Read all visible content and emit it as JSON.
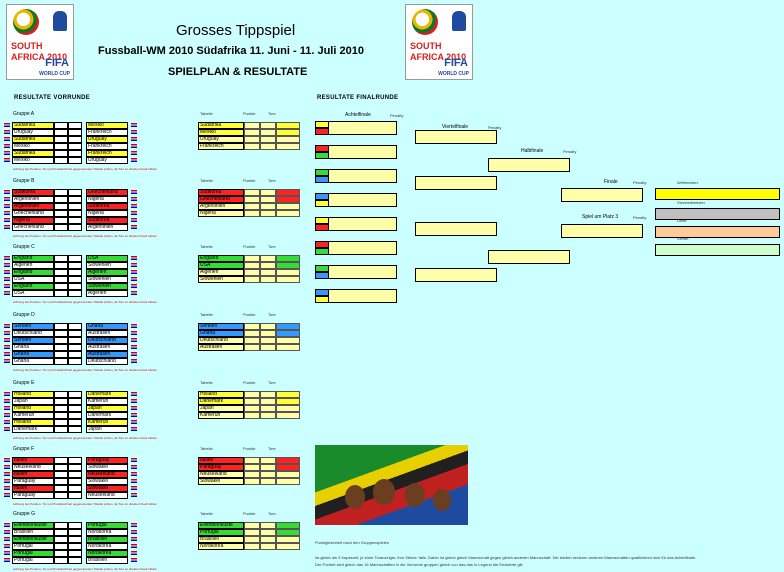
{
  "header": {
    "title": "Grosses Tippspiel",
    "subtitle": "Fussball-WM 2010 Südafrika 11. Juni - 11. Juli 2010",
    "subtitle2": "SPIELPLAN & RESULTATE",
    "logo_text_1": "SOUTH",
    "logo_text_2": "AFRICA 2010",
    "logo_text_3": "FIFA",
    "logo_text_4": "WORLD CUP"
  },
  "vorrunde_title": "RESULTATE VORRUNDE",
  "finalrunde_title": "RESULTATE FINALRUNDE",
  "tabelle_label": "Tabelle",
  "punkte_label": "Punkte",
  "tore_label": "Tore",
  "footnote": "Achtung bei Punkten- Tor und Punktleichheit gegeneinander Tabelle prüfen, da Tore im direkten Duell zählen",
  "groups": [
    {
      "name": "Gruppe A",
      "color": "#ffff33",
      "pairs": [
        [
          "Südafrika",
          "Mexiko"
        ],
        [
          "Uruguay",
          "Frankreich"
        ],
        [
          "Südafrika",
          "Uruguay"
        ],
        [
          "Mexiko",
          "Frankreich"
        ],
        [
          "Südafrika",
          "Frankreich"
        ],
        [
          "Mexiko",
          "Uruguay"
        ]
      ],
      "table": [
        "Südafrika",
        "Mexiko",
        "Uruguay",
        "Frankreich"
      ]
    },
    {
      "name": "Gruppe B",
      "color": "#ff2222",
      "pairs": [
        [
          "Südkorea",
          "Griechenland"
        ],
        [
          "Argentinien",
          "Nigeria"
        ],
        [
          "Argentinien",
          "Südkorea"
        ],
        [
          "Griechenland",
          "Nigeria"
        ],
        [
          "Nigeria",
          "Südkorea"
        ],
        [
          "Griechenland",
          "Argentinien"
        ]
      ],
      "table": [
        "Südkorea",
        "Griechenland",
        "Argentinien",
        "Nigeria"
      ]
    },
    {
      "name": "Gruppe C",
      "color": "#33dd33",
      "pairs": [
        [
          "England",
          "USA"
        ],
        [
          "Algerien",
          "Slowenien"
        ],
        [
          "England",
          "Algerien"
        ],
        [
          "USA",
          "Slowenien"
        ],
        [
          "England",
          "Slowenien"
        ],
        [
          "USA",
          "Algerien"
        ]
      ],
      "table": [
        "England",
        "USA",
        "Algerien",
        "Slowenien"
      ]
    },
    {
      "name": "Gruppe D",
      "color": "#3399ff",
      "pairs": [
        [
          "Serbien",
          "Ghana"
        ],
        [
          "Deutschland",
          "Australien"
        ],
        [
          "Serbien",
          "Deutschland"
        ],
        [
          "Ghana",
          "Australien"
        ],
        [
          "Ghana",
          "Australien"
        ],
        [
          "Ghana",
          "Deutschland"
        ]
      ],
      "table": [
        "Serbien",
        "Ghana",
        "Deutschland",
        "Australien"
      ]
    },
    {
      "name": "Gruppe E",
      "color": "#ffff33",
      "pairs": [
        [
          "Holland",
          "Dänemark"
        ],
        [
          "Japan",
          "Kamerun"
        ],
        [
          "Holland",
          "Japan"
        ],
        [
          "Kamerun",
          "Dänemark"
        ],
        [
          "Holland",
          "Kamerun"
        ],
        [
          "Dänemark",
          "Japan"
        ]
      ],
      "table": [
        "Holland",
        "Dänemark",
        "Japan",
        "Kamerun"
      ]
    },
    {
      "name": "Gruppe F",
      "color": "#ff2222",
      "pairs": [
        [
          "Italien",
          "Paraguay"
        ],
        [
          "Neuseeland",
          "Slowakei"
        ],
        [
          "Italien",
          "Neuseeland"
        ],
        [
          "Paraguay",
          "Slowakei"
        ],
        [
          "Italien",
          "Slowakei"
        ],
        [
          "Paraguay",
          "Neuseeland"
        ]
      ],
      "table": [
        "Italien",
        "Paraguay",
        "Neuseeland",
        "Slowakei"
      ]
    },
    {
      "name": "Gruppe G",
      "color": "#33dd33",
      "pairs": [
        [
          "Elfenbeinküste",
          "Portugal"
        ],
        [
          "Brasilien",
          "Nordkorea"
        ],
        [
          "Elfenbeinküste",
          "Brasilien"
        ],
        [
          "Portugal",
          "Nordkorea"
        ],
        [
          "Portugal",
          "Nordkorea"
        ],
        [
          "Portugal",
          "Brasilien"
        ]
      ],
      "table": [
        "Elfenbeinküste",
        "Portugal",
        "Brasilien",
        "Nordkorea"
      ]
    }
  ],
  "finals": {
    "achtelfinale": "Achtelfinale",
    "viertelfinale": "Viertelfinale",
    "halbfinale": "Halbfinale",
    "finale": "Finale",
    "platz3": "Spiel um Platz 3",
    "penalty": "Penalty",
    "weltmeister": "Weltmeister",
    "vizeweltmeister": "Vizeweltmeister",
    "dritter": "Dritte",
    "vierter": "Vierter"
  },
  "photo_caption": "Punktgleichheit nach den Gruppenspielen",
  "bottom_note": "Ist gleich als 3 Kapesmit, je einer Toranzeiger, ihre Steine: falls. Daher ist gleich gleich Mannschaft gegen gleich anderen Mannschaft. Die letzten sechzen anderen Mannschaften qualifizieren sich für das Achtelfinale.",
  "bottom_note_2": "Der Portnet wird gleich das 16 Mannschaften in die Vorrunde gruppen gleich von das das In Legend die Endwerte gilt."
}
